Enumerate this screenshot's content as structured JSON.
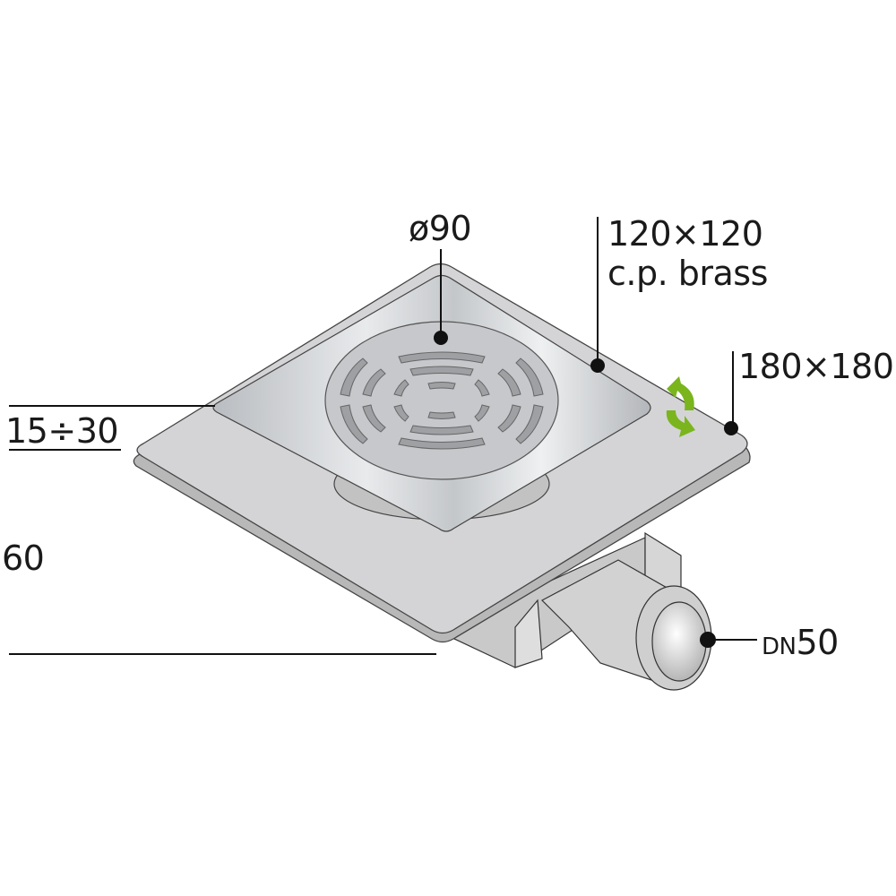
{
  "labels": {
    "grate_diameter": "ø90",
    "grate_size": "120×120",
    "grate_material": "c.p. brass",
    "body_size": "180×180",
    "height_adjust": "15÷30",
    "height": "60",
    "outlet_dn": "DN",
    "outlet_size": "50"
  },
  "colors": {
    "rotate_arrow": "#7ab51d",
    "line": "#111111"
  }
}
